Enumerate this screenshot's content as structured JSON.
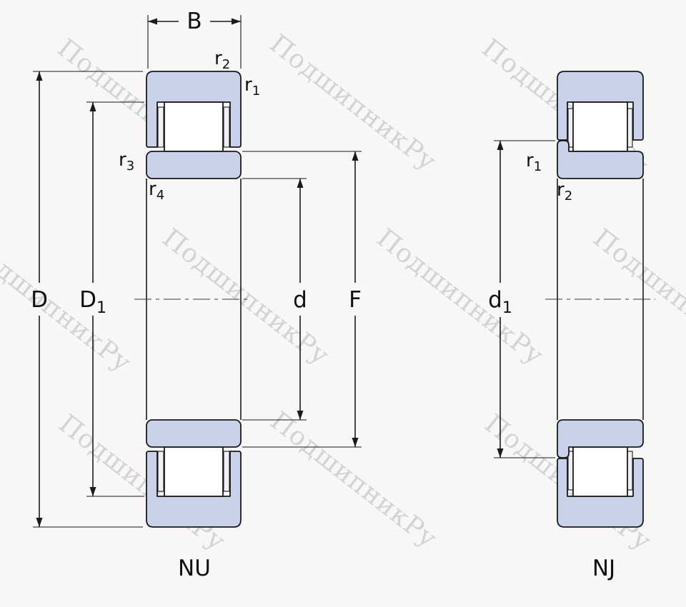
{
  "watermark": {
    "text": "ПодшипникРу"
  },
  "labels": {
    "B": "B",
    "D": "D",
    "D1": {
      "base": "D",
      "sub": "1"
    },
    "d": "d",
    "F": "F",
    "d1": {
      "base": "d",
      "sub": "1"
    },
    "r1": {
      "base": "r",
      "sub": "1"
    },
    "r2": {
      "base": "r",
      "sub": "2"
    },
    "r3": {
      "base": "r",
      "sub": "3"
    },
    "r4": {
      "base": "r",
      "sub": "4"
    },
    "type_left": "NU",
    "type_right": "NJ"
  },
  "colors": {
    "ring_fill": "#c9d2ea",
    "line": "#1a1a1a",
    "background": "#f7f7f7",
    "watermark": "#5a5f6e3d"
  }
}
